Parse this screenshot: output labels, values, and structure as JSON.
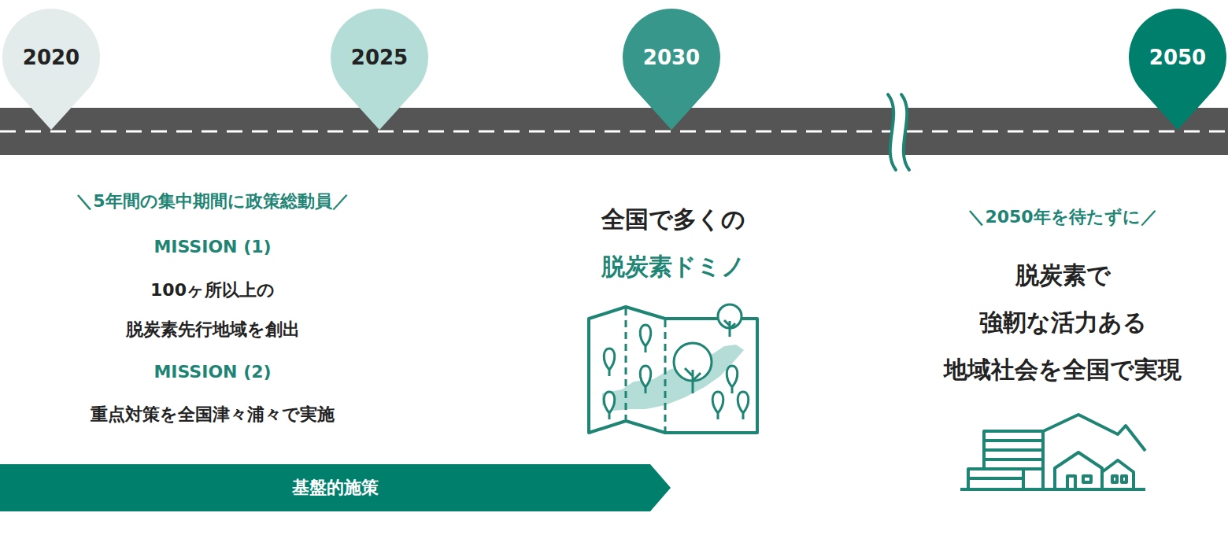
{
  "diagram": {
    "nodes": [
      {
        "text": [
          "2020"
        ]
      },
      {
        "text": [
          "2025"
        ]
      },
      {
        "text": [
          "2030"
        ]
      },
      {
        "text": [
          "2050"
        ]
      },
      {
        "text": [
          "基盤的施策"
        ]
      }
    ],
    "labels": [
      "＼5年間の集中期間に政策総動員／",
      "MISSION (1)",
      "100ヶ所以上の 脱炭素先行地域を創出",
      "MISSION (2)",
      "重点対策を全国津々浦々で実施",
      "全国で多くの",
      "脱炭素ドミノ",
      "＼2050年を待たずに／",
      "脱炭素で 強靭な活力ある 地域社会を全国で実現"
    ]
  }
}
